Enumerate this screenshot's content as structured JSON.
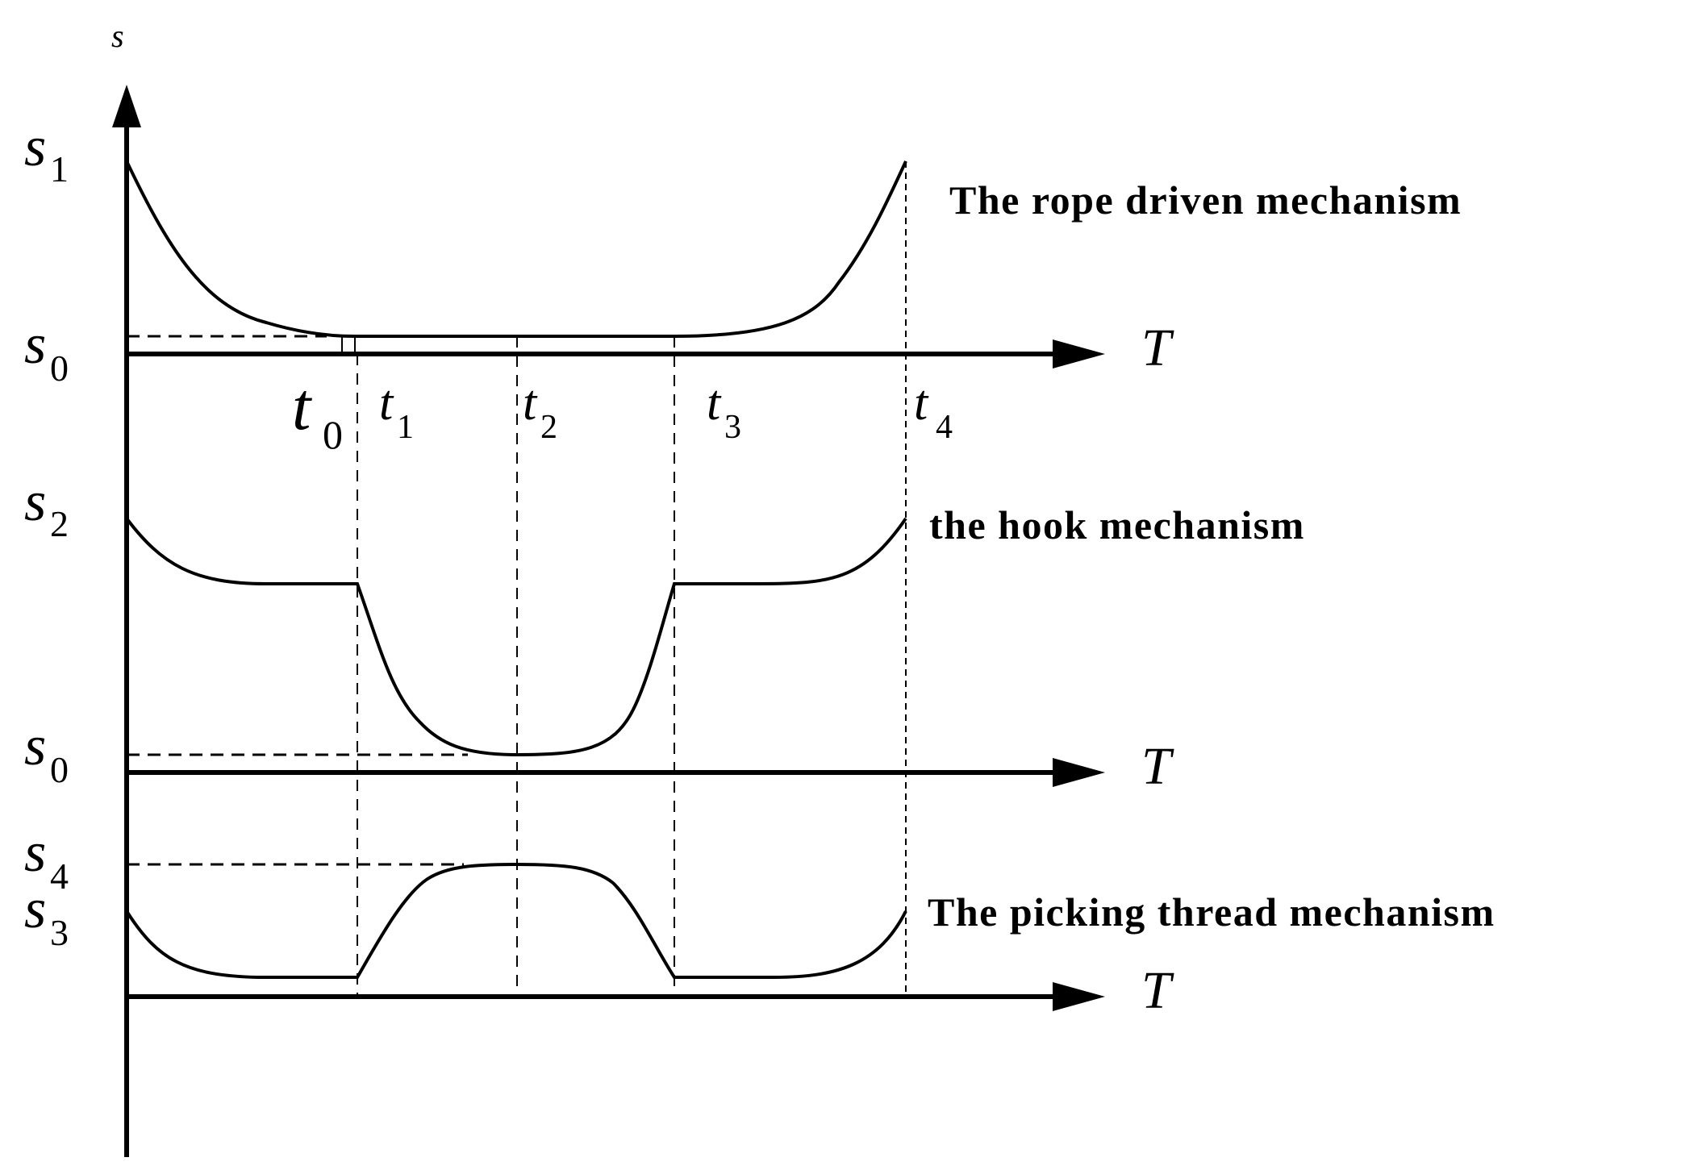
{
  "y_axis_label": "s",
  "curves": [
    {
      "title": "The rope driven mechanism"
    },
    {
      "title": "the hook mechanism"
    },
    {
      "title": "The picking thread mechanism"
    }
  ],
  "x_axis_label": "T",
  "level_labels": {
    "s1": {
      "base": "s",
      "sub": "1"
    },
    "s0a": {
      "base": "s",
      "sub": "0"
    },
    "s2": {
      "base": "s",
      "sub": "2"
    },
    "s0b": {
      "base": "s",
      "sub": "0"
    },
    "s4": {
      "base": "s",
      "sub": "4"
    },
    "s3": {
      "base": "s",
      "sub": "3"
    }
  },
  "time_labels": {
    "t0": {
      "base": "t",
      "sub": "0"
    },
    "t1": {
      "base": "t",
      "sub": "1"
    },
    "t2": {
      "base": "t",
      "sub": "2"
    },
    "t3": {
      "base": "t",
      "sub": "3"
    },
    "t4": {
      "base": "t",
      "sub": "4"
    }
  }
}
